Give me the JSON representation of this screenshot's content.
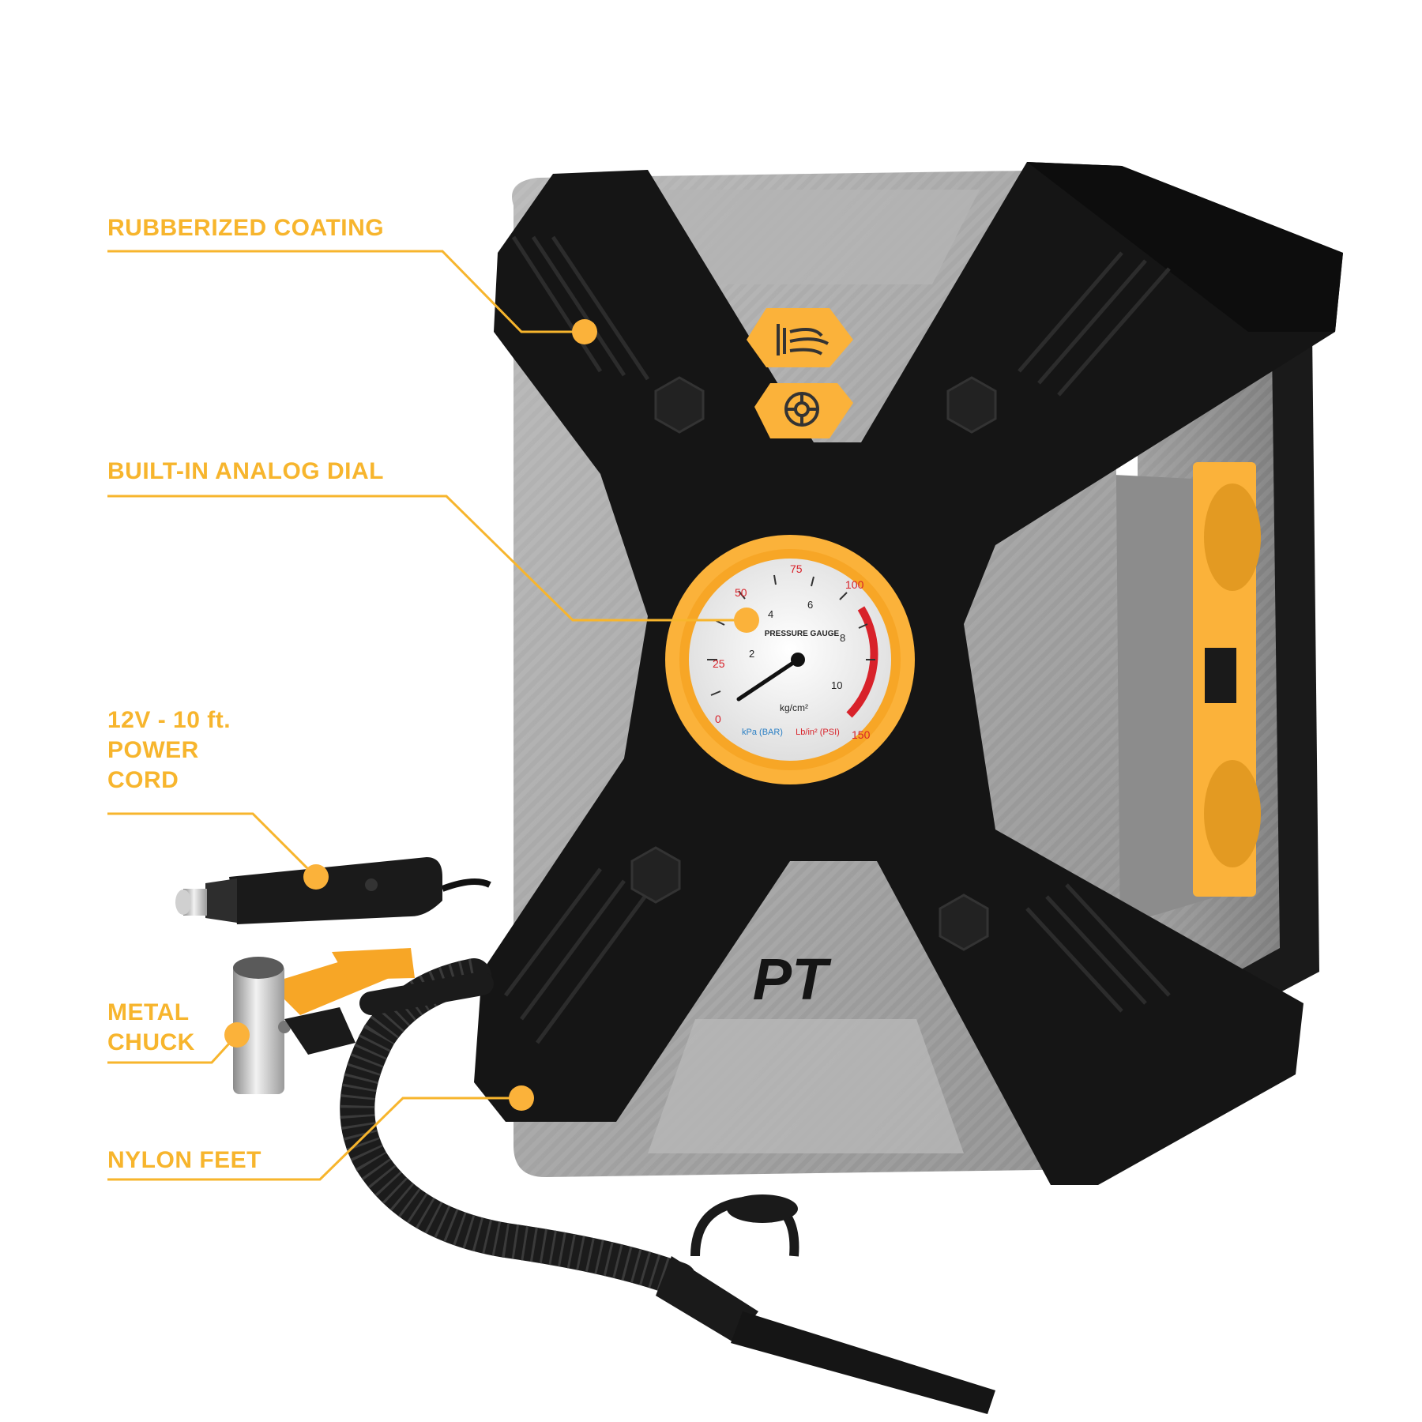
{
  "callouts": {
    "rubberized_coating": "RUBBERIZED COATING",
    "analog_dial": "BUILT-IN ANALOG DIAL",
    "power_cord": [
      "12V - 10 ft.",
      "POWER",
      "CORD"
    ],
    "metal_chuck": [
      "METAL",
      "CHUCK"
    ],
    "nylon_feet": "NYLON FEET"
  },
  "product": {
    "logo": "PT",
    "gauge": {
      "title": "PRESSURE GAUGE",
      "unit_center": "kg/cm²",
      "unit_left": "kPa (BAR)",
      "unit_right": "Lb/in² (PSI)",
      "psi_ticks": [
        "0",
        "25",
        "50",
        "75",
        "100",
        "150"
      ],
      "kg_ticks": [
        "2",
        "4",
        "6",
        "8",
        "10"
      ]
    },
    "buttons": [
      "air-flow-icon",
      "tire-icon"
    ]
  },
  "colors": {
    "accent": "#f7b52d",
    "button_orange": "#fbb23a",
    "body_black": "#151515",
    "body_gray": "#a7a7a7",
    "gauge_red": "#d8222a"
  }
}
